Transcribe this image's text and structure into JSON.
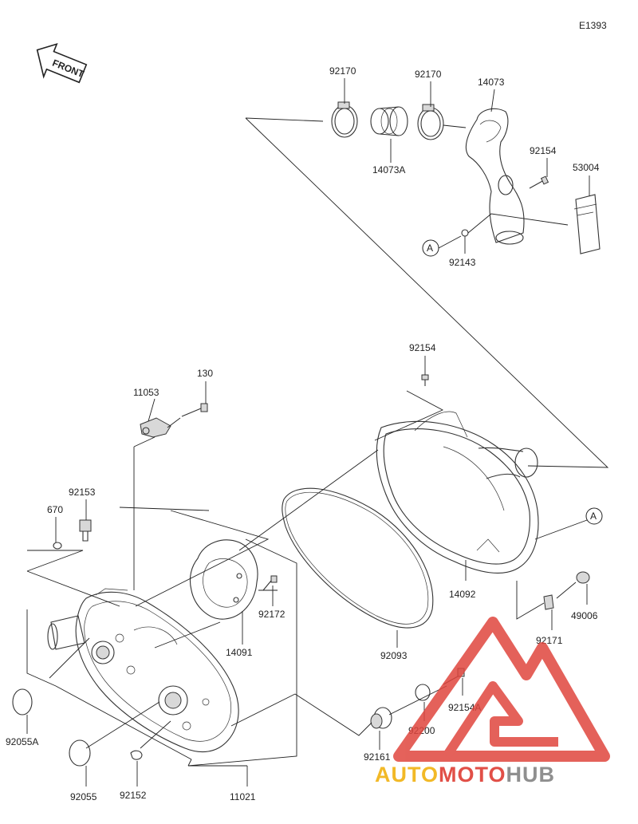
{
  "diagram_code": "E1393",
  "front_label": "FRONT",
  "ref_markers": [
    "A",
    "A"
  ],
  "parts": [
    {
      "number": "92170"
    },
    {
      "number": "92170"
    },
    {
      "number": "14073"
    },
    {
      "number": "14073A"
    },
    {
      "number": "92154"
    },
    {
      "number": "53004"
    },
    {
      "number": "92143"
    },
    {
      "number": "92154"
    },
    {
      "number": "130"
    },
    {
      "number": "11053"
    },
    {
      "number": "92153"
    },
    {
      "number": "670"
    },
    {
      "number": "92172"
    },
    {
      "number": "14091"
    },
    {
      "number": "14092"
    },
    {
      "number": "49006"
    },
    {
      "number": "92171"
    },
    {
      "number": "92093"
    },
    {
      "number": "92154A"
    },
    {
      "number": "92200"
    },
    {
      "number": "92161"
    },
    {
      "number": "92055A"
    },
    {
      "number": "92055"
    },
    {
      "number": "92152"
    },
    {
      "number": "11021"
    }
  ],
  "watermark": {
    "part1": "AUTO",
    "part2": "MOTO",
    "part3": "HUB",
    "colors": {
      "auto": "#f2b61c",
      "moto": "#e0463e",
      "hub": "#8a8a8a",
      "logo": "#e0463e"
    }
  }
}
